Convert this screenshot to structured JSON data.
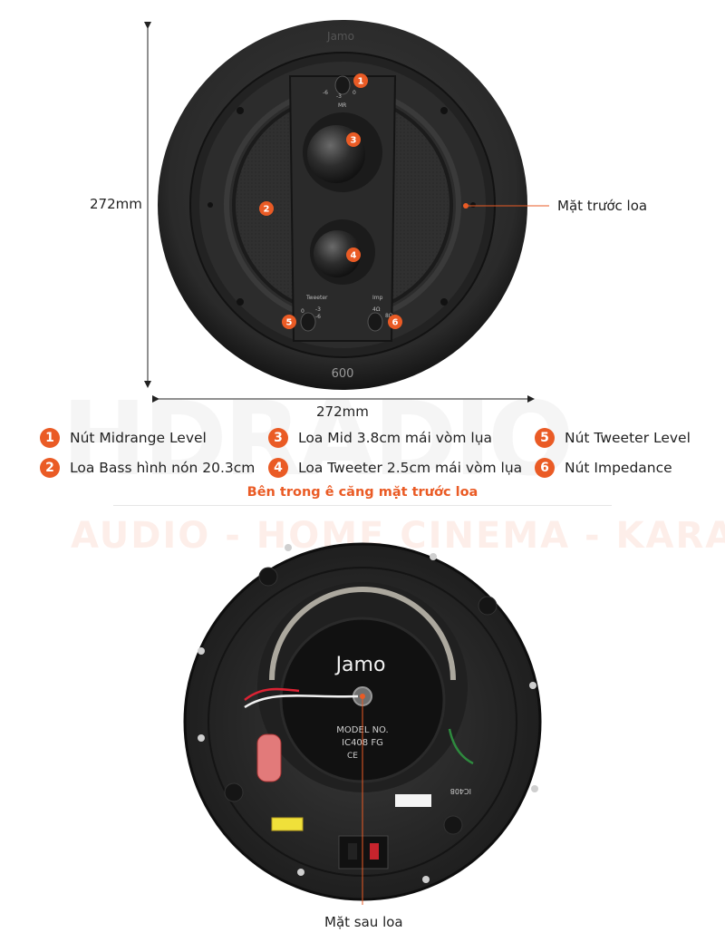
{
  "dimensions": {
    "height_label": "272mm",
    "width_label": "272mm"
  },
  "front": {
    "brand": "Jamo",
    "model_number_plate": "600",
    "callout_label": "Mặt trước loa",
    "markers": [
      "1",
      "2",
      "3",
      "4",
      "5",
      "6"
    ],
    "mr_knob": {
      "name": "MR",
      "marks": [
        "-6",
        "-3",
        "0"
      ]
    },
    "tweeter_knob": {
      "name": "Tweeter",
      "marks": [
        "0",
        "-3",
        "-6"
      ]
    },
    "imp_knob": {
      "name": "Imp",
      "marks": [
        "4Ω",
        "8Ω"
      ]
    }
  },
  "legend": [
    {
      "num": "1",
      "text": "Nút Midrange Level"
    },
    {
      "num": "2",
      "text": "Loa Bass hình nón 20.3cm"
    },
    {
      "num": "3",
      "text": "Loa Mid 3.8cm mái vòm lụa"
    },
    {
      "num": "4",
      "text": "Loa Tweeter 2.5cm mái vòm lụa"
    },
    {
      "num": "5",
      "text": "Nút Tweeter Level"
    },
    {
      "num": "6",
      "text": "Nút Impedance"
    }
  ],
  "section_title": "Bên trong ê căng mặt trước loa",
  "watermark": {
    "main": "HDRADIO",
    "sub": "AUDIO - HOME CINEMA - KARAOKE"
  },
  "rear": {
    "brand": "Jamo",
    "model_label": "MODEL NO.",
    "model_value": "IC408 FG",
    "ce_mark": "CE",
    "board_code": "IC408",
    "callout_label": "Mặt sau loa"
  },
  "colors": {
    "accent": "#ea5b25",
    "speaker_body": "#2b2b2b",
    "speaker_rim": "#1d1d1d"
  }
}
